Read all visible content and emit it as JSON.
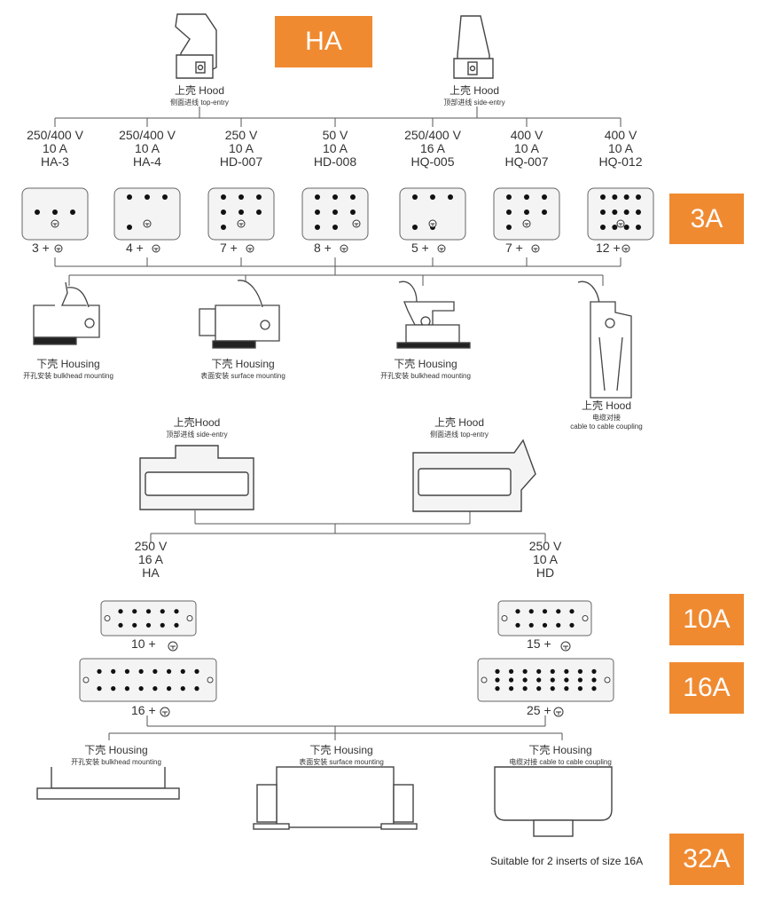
{
  "badges": {
    "ha": "HA",
    "a3": "3A",
    "a10": "10A",
    "a16": "16A",
    "a32": "32A"
  },
  "top_hoods": [
    {
      "main": "上壳 Hood",
      "sub": "侧面进线 top-entry"
    },
    {
      "main": "上壳 Hood",
      "sub": "顶部进线 side-entry"
    }
  ],
  "inserts_3a": [
    {
      "voltage": "250/400 V",
      "current": "10 A",
      "model": "HA-3",
      "count": "3 +"
    },
    {
      "voltage": "250/400 V",
      "current": "10 A",
      "model": "HA-4",
      "count": "4 +"
    },
    {
      "voltage": "250 V",
      "current": "10 A",
      "model": "HD-007",
      "count": "7 +"
    },
    {
      "voltage": "50 V",
      "current": "10 A",
      "model": "HD-008",
      "count": "8 +"
    },
    {
      "voltage": "250/400 V",
      "current": "16 A",
      "model": "HQ-005",
      "count": "5 +"
    },
    {
      "voltage": "400 V",
      "current": "10 A",
      "model": "HQ-007",
      "count": "7 +"
    },
    {
      "voltage": "400 V",
      "current": "10 A",
      "model": "HQ-012",
      "count": "12 +"
    }
  ],
  "housings_3a": [
    {
      "main": "下壳 Housing",
      "sub": "开孔安装 bulkhead mounting"
    },
    {
      "main": "下壳 Housing",
      "sub": "表面安装 surface mounting"
    },
    {
      "main": "下壳 Housing",
      "sub": "开孔安装 bulkhead mounting"
    },
    {
      "main": "上壳 Hood",
      "sub": "电缆对接",
      "sub2": "cable to cable coupling"
    }
  ],
  "mid_hoods": [
    {
      "main": "上壳Hood",
      "sub": "顶部进线 side-entry"
    },
    {
      "main": "上壳 Hood",
      "sub": "侧面进线 top-entry"
    }
  ],
  "series_16": [
    {
      "voltage": "250 V",
      "current": "16 A",
      "model": "HA"
    },
    {
      "voltage": "250 V",
      "current": "10 A",
      "model": "HD"
    }
  ],
  "inserts_large": [
    {
      "count": "10 +"
    },
    {
      "count": "15 +"
    },
    {
      "count": "16 +"
    },
    {
      "count": "25 +"
    }
  ],
  "housings_bottom": [
    {
      "main": "下壳 Housing",
      "sub": "开孔安装 bulkhead mounting"
    },
    {
      "main": "下壳 Housing",
      "sub": "表面安装 surface mounting"
    },
    {
      "main": "下壳 Housing",
      "sub": "电缆对接 cable to cable coupling"
    }
  ],
  "note": "Suitable for 2 inserts of size 16A",
  "colors": {
    "badge": "#f08a31",
    "line": "#555555",
    "shell": "#f4f4f4"
  }
}
